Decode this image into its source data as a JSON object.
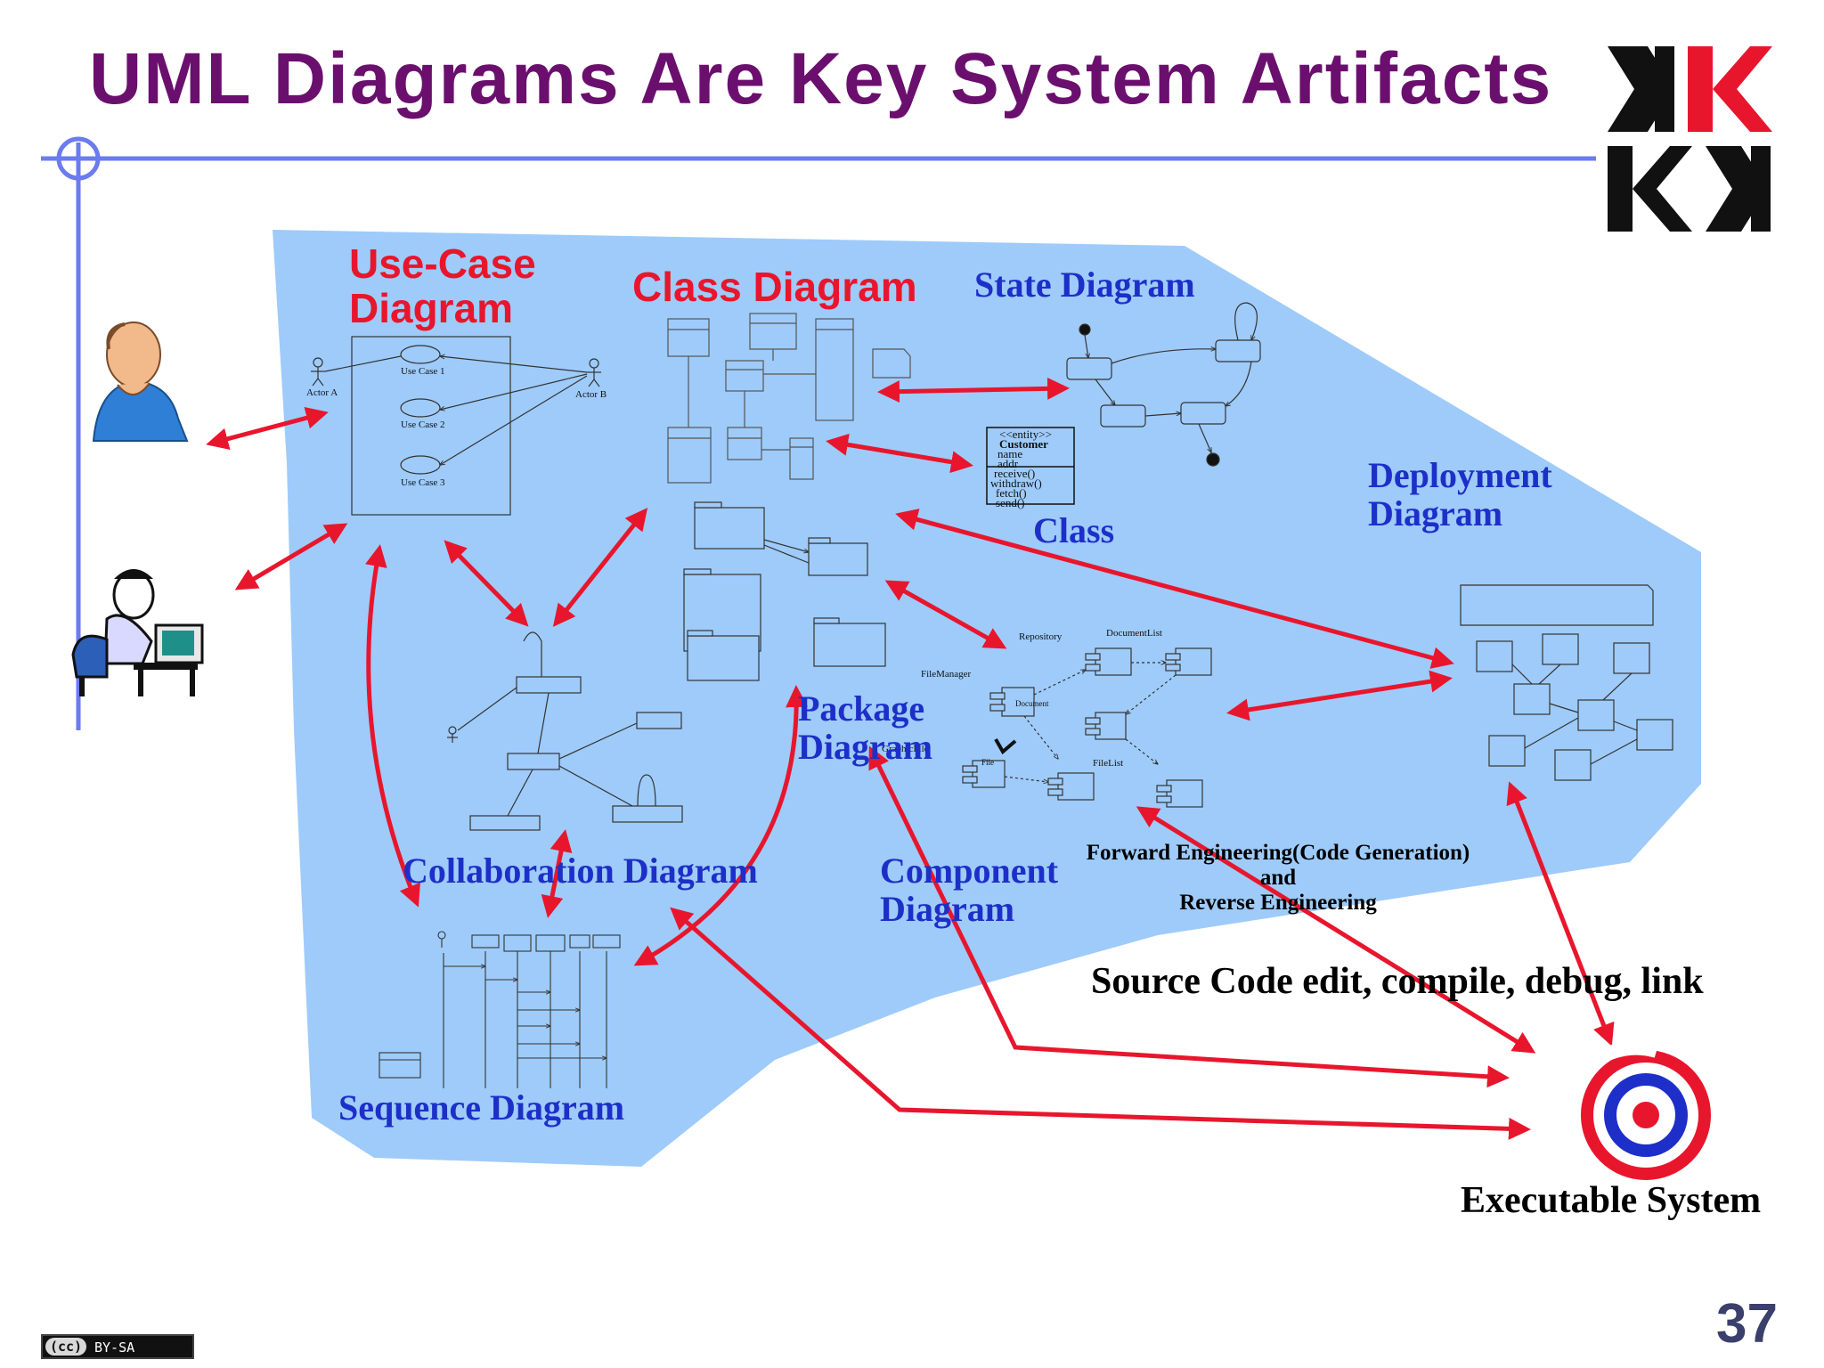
{
  "title": "UML Diagrams Are Key System Artifacts",
  "page_number": "37",
  "license_badge": {
    "cc": "(cc)",
    "text": "BY-SA"
  },
  "labels": {
    "use_case": "Use-Case\nDiagram",
    "class_diagram": "Class Diagram",
    "state_diagram": "State Diagram",
    "class": "Class",
    "deployment": "Deployment\nDiagram",
    "package": "Package\nDiagram",
    "collaboration": "Collaboration Diagram",
    "component": "Component\nDiagram",
    "sequence": "Sequence Diagram",
    "forward": "Forward Engineering(Code Generation)\nand\nReverse Engineering",
    "source_code": "Source Code edit, compile, debug, link",
    "executable": "Executable System"
  },
  "use_case_detail": {
    "actor_a": "Actor A",
    "actor_b": "Actor B",
    "use_cases": [
      "Use Case 1",
      "Use Case 2",
      "Use Case 3"
    ]
  },
  "class_box": {
    "stereotype": "<<entity>>",
    "name": "Customer",
    "attributes": [
      "name",
      "addr"
    ],
    "operations": [
      "receive()",
      "withdraw()",
      "fetch()",
      "send()"
    ]
  },
  "component_detail": {
    "nodes": [
      "Repository",
      "DocumentList",
      "FileManager",
      "Document",
      "GraphicFile",
      "File",
      "FileList"
    ]
  },
  "colors": {
    "title": "#6b0f6e",
    "region": "#9ecbfa",
    "arrow": "#e8162d",
    "label_red": "#e8162d",
    "label_blue": "#1d2fc8",
    "rule": "#6b7bf0",
    "logo_black": "#111111",
    "logo_red": "#e8162d",
    "target_red": "#e8162d",
    "target_blue": "#1d2fc8"
  },
  "icons": [
    "logo-mark",
    "thinking-man-icon",
    "programmer-at-computer-icon",
    "target-icon",
    "creative-commons-icon"
  ]
}
